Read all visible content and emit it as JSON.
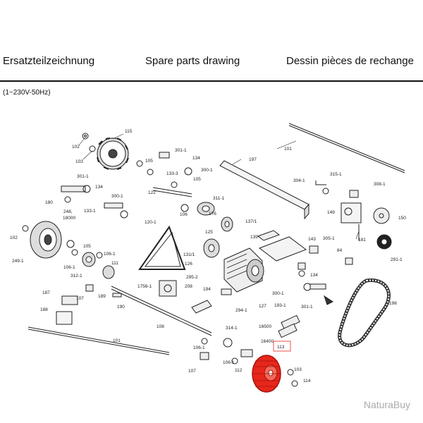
{
  "header": {
    "german": "Ersatzteilzeichnung",
    "english": "Spare parts drawing",
    "french": "Dessin pièces de rechange"
  },
  "subtitle": "(1~230V-50Hz)",
  "colors": {
    "highlight": "#e8261c",
    "ink": "#222222"
  },
  "watermark": "NaturaBuy",
  "labels": {
    "l115": "115",
    "l102a": "102",
    "l103": "103",
    "l105a": "105",
    "l301_1a": "301-1",
    "l134a": "134",
    "l1333": "133-3",
    "l300_1a": "300-1",
    "l197": "197",
    "l101a": "101",
    "l301_1b": "301-1",
    "l134b": "134",
    "l122": "122",
    "l105b": "105",
    "l300_1b": "300-1",
    "l180": "180",
    "l133_1": "133-1",
    "l311_1": "311-1",
    "l106a": "106",
    "l176": "176",
    "l304_1": "304-1",
    "l315_1": "315-1",
    "l308_1": "308-1",
    "l149": "149",
    "l150": "150",
    "l248": "248,",
    "l18000": "18000",
    "l120_1": "120-1",
    "l125": "125",
    "l137_1": "137/1",
    "l102b": "102",
    "l139": "139",
    "l143": "143",
    "l305_1": "305-1",
    "l84": "84",
    "l181": "181",
    "l291_1": "291-1",
    "l105c": "105",
    "l106_1a": "106-1",
    "l111": "111",
    "l249_1": "249-1",
    "l106_1b": "106-1",
    "l312_1": "312-1",
    "l1311": "131/1",
    "l126": "126",
    "l295_2": "295-2",
    "l1756_1": "1756-1",
    "l208": "208",
    "l134c": "134",
    "l300_1c": "300-1",
    "l187": "187",
    "l107a": "107",
    "l189": "189",
    "l194": "194",
    "l127": "127",
    "l1931": "193-1",
    "l301_1c": "301-1",
    "l198": "198",
    "l188": "188",
    "l190": "190",
    "l294_1": "294-1",
    "l108": "108",
    "l314_1": "314-1",
    "l16500": "16500",
    "l16400": "16400",
    "l113": "113",
    "l101b": "101",
    "l106_1c": "106-1",
    "l106_1d": "106-1",
    "l107b": "107",
    "l112": "112",
    "l103b": "103",
    "l114": "114"
  }
}
